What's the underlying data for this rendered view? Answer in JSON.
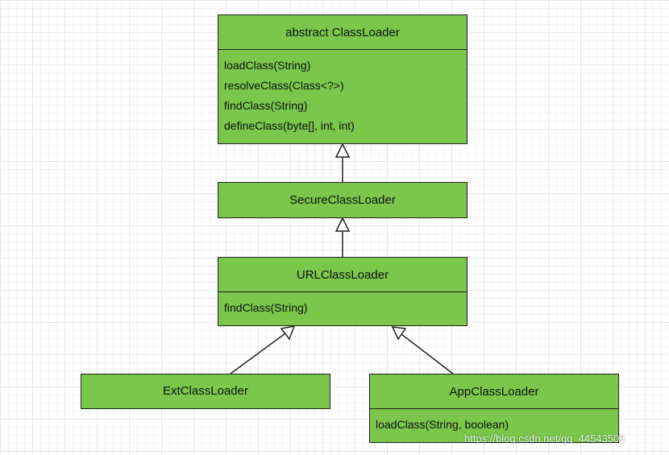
{
  "diagram": {
    "classes": [
      {
        "id": "classloader",
        "name": "abstract ClassLoader",
        "methods": [
          "loadClass(String)",
          "resolveClass(Class<?>)",
          "findClass(String)",
          "defineClass(byte[], int, int)"
        ]
      },
      {
        "id": "secureclassloader",
        "name": "SecureClassLoader",
        "methods": []
      },
      {
        "id": "urlclassloader",
        "name": "URLClassLoader",
        "methods": [
          "findClass(String)"
        ]
      },
      {
        "id": "extclassloader",
        "name": "ExtClassLoader",
        "methods": []
      },
      {
        "id": "appclassloader",
        "name": "AppClassLoader",
        "methods": [
          "loadClass(String, boolean)"
        ]
      }
    ],
    "relations": [
      {
        "from": "secureclassloader",
        "to": "classloader",
        "type": "inheritance"
      },
      {
        "from": "urlclassloader",
        "to": "secureclassloader",
        "type": "inheritance"
      },
      {
        "from": "extclassloader",
        "to": "urlclassloader",
        "type": "inheritance"
      },
      {
        "from": "appclassloader",
        "to": "urlclassloader",
        "type": "inheritance"
      }
    ],
    "fill_color": "#7ac74c",
    "border_color": "#222222"
  },
  "watermark": "https://blog.csdn.net/qq_44543508"
}
